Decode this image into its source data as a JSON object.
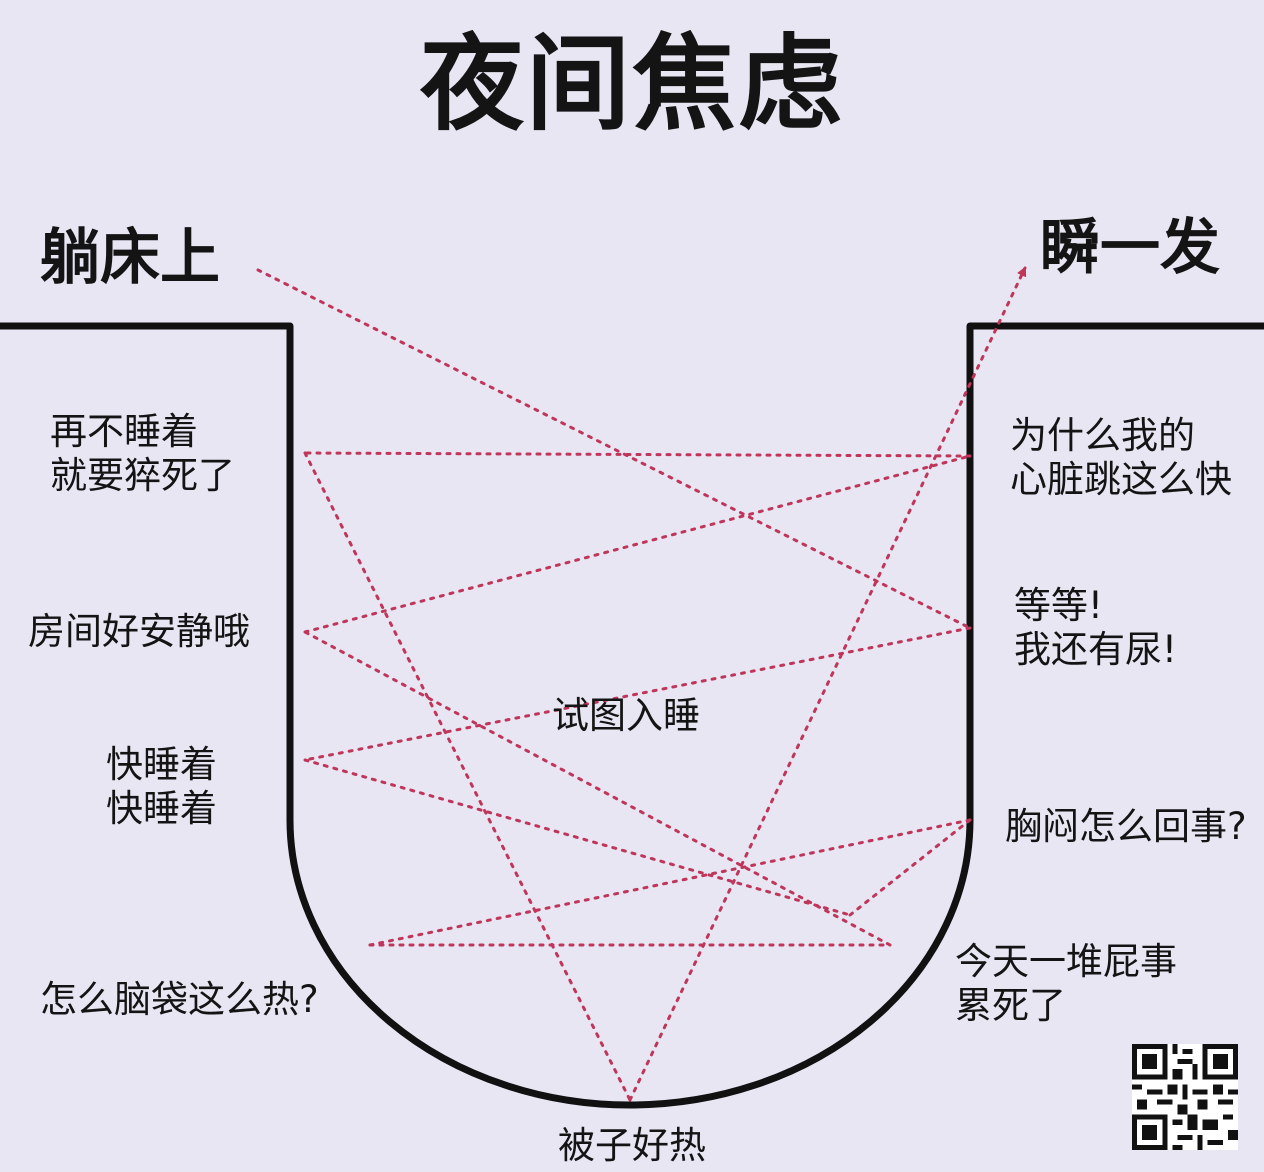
{
  "title": "夜间焦虑",
  "start_label": "躺床上",
  "end_label": "瞬一发",
  "center_label": "试图入睡",
  "left_labels": [
    "再不睡着\n就要猝死了",
    "房间好安静哦",
    "快睡着\n快睡着",
    "怎么脑袋这么热?"
  ],
  "right_labels": [
    "为什么我的\n心脏跳这么快",
    "等等!\n我还有尿!",
    "胸闷怎么回事?",
    "今天一堆屁事\n累死了"
  ],
  "bottom_label": "被子好热",
  "colors": {
    "background": "#e8e6f3",
    "outline": "#111111",
    "path": "#c0355a"
  }
}
